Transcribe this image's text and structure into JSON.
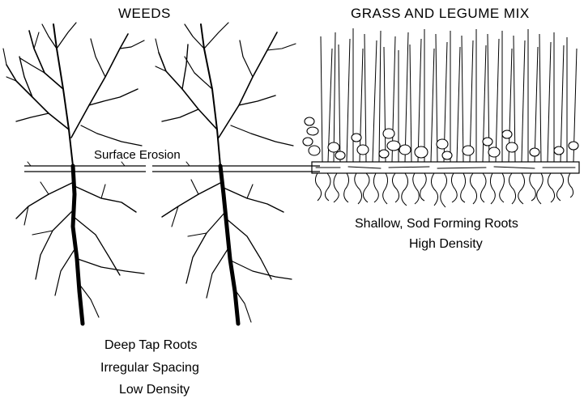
{
  "diagram": {
    "weeds": {
      "title": "WEEDS",
      "surface_label": "Surface Erosion",
      "captions": [
        "Deep Tap Roots",
        "Irregular Spacing",
        "Low Density"
      ]
    },
    "grass": {
      "title": "GRASS AND LEGUME MIX",
      "captions": [
        "Shallow, Sod Forming Roots",
        "High Density"
      ]
    },
    "colors": {
      "ink": "#000000",
      "background": "#ffffff"
    }
  }
}
